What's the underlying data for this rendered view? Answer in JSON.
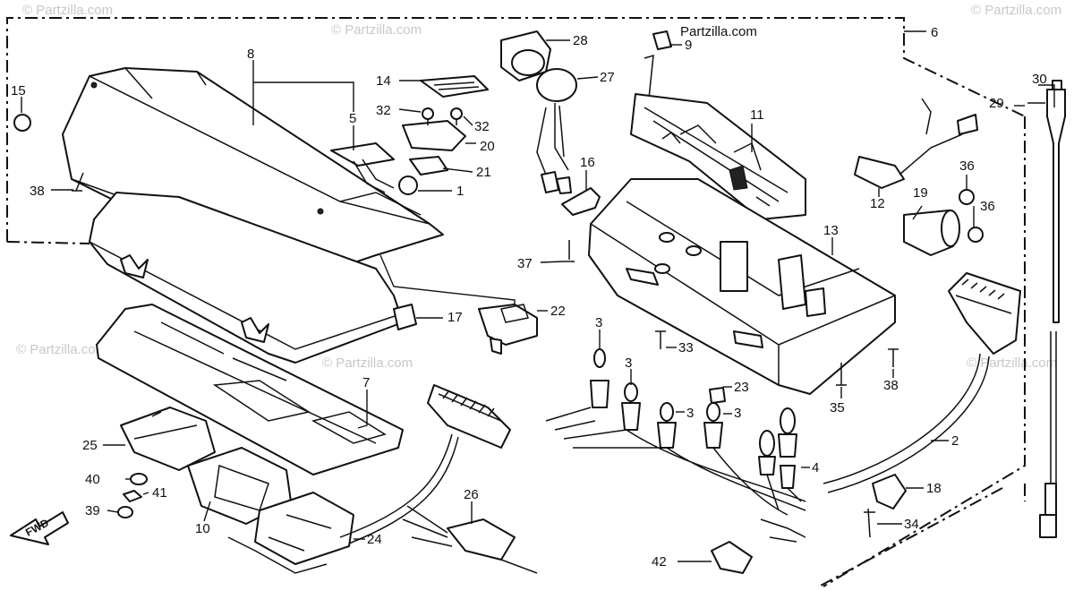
{
  "watermark": "© Partzilla.com",
  "site_text": "Partzilla.com",
  "direction_label": "FWD",
  "labels": [
    {
      "id": "8",
      "text": "8"
    },
    {
      "id": "15",
      "text": "15"
    },
    {
      "id": "38a",
      "text": "38"
    },
    {
      "id": "14",
      "text": "14"
    },
    {
      "id": "32a",
      "text": "32"
    },
    {
      "id": "32b",
      "text": "32"
    },
    {
      "id": "5",
      "text": "5"
    },
    {
      "id": "20",
      "text": "20"
    },
    {
      "id": "21",
      "text": "21"
    },
    {
      "id": "1",
      "text": "1"
    },
    {
      "id": "28",
      "text": "28"
    },
    {
      "id": "27",
      "text": "27"
    },
    {
      "id": "9",
      "text": "9"
    },
    {
      "id": "6",
      "text": "6"
    },
    {
      "id": "11",
      "text": "11"
    },
    {
      "id": "16",
      "text": "16"
    },
    {
      "id": "30",
      "text": "30"
    },
    {
      "id": "29",
      "text": "29"
    },
    {
      "id": "36a",
      "text": "36"
    },
    {
      "id": "36b",
      "text": "36"
    },
    {
      "id": "12",
      "text": "12"
    },
    {
      "id": "19",
      "text": "19"
    },
    {
      "id": "13",
      "text": "13"
    },
    {
      "id": "37",
      "text": "37"
    },
    {
      "id": "22",
      "text": "22"
    },
    {
      "id": "17",
      "text": "17"
    },
    {
      "id": "3a",
      "text": "3"
    },
    {
      "id": "33",
      "text": "33"
    },
    {
      "id": "3b",
      "text": "3"
    },
    {
      "id": "23",
      "text": "23"
    },
    {
      "id": "3c",
      "text": "3"
    },
    {
      "id": "3d",
      "text": "3"
    },
    {
      "id": "38b",
      "text": "38"
    },
    {
      "id": "35",
      "text": "35"
    },
    {
      "id": "7",
      "text": "7"
    },
    {
      "id": "2",
      "text": "2"
    },
    {
      "id": "4",
      "text": "4"
    },
    {
      "id": "25",
      "text": "25"
    },
    {
      "id": "40",
      "text": "40"
    },
    {
      "id": "41",
      "text": "41"
    },
    {
      "id": "39",
      "text": "39"
    },
    {
      "id": "10",
      "text": "10"
    },
    {
      "id": "24",
      "text": "24"
    },
    {
      "id": "26",
      "text": "26"
    },
    {
      "id": "18",
      "text": "18"
    },
    {
      "id": "34",
      "text": "34"
    },
    {
      "id": "42",
      "text": "42"
    }
  ]
}
